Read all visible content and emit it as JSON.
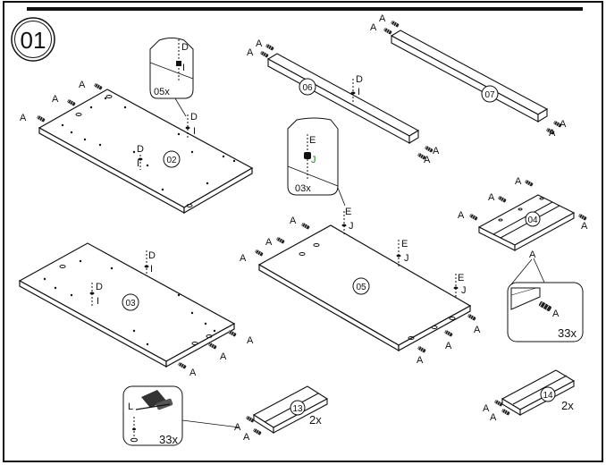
{
  "step_number": "01",
  "colors": {
    "ink": "#111111",
    "paper": "#ffffff",
    "j_label": "#2a7a2a"
  },
  "hardware_labels": {
    "A": "A",
    "D": "D",
    "I": "I",
    "E": "E",
    "J": "J",
    "L": "L"
  },
  "parts": [
    {
      "id": "p02",
      "number": "02"
    },
    {
      "id": "p03",
      "number": "03"
    },
    {
      "id": "p05",
      "number": "05"
    },
    {
      "id": "p06",
      "number": "06"
    },
    {
      "id": "p07",
      "number": "07"
    },
    {
      "id": "p04",
      "number": "04"
    },
    {
      "id": "p13",
      "number": "13",
      "quantity": "2x"
    },
    {
      "id": "p14",
      "number": "14",
      "quantity": "2x"
    }
  ],
  "callouts": {
    "di_qty": "05x",
    "ej_qty": "03x",
    "a_qty": "33x",
    "hammer_qty": "33x"
  }
}
